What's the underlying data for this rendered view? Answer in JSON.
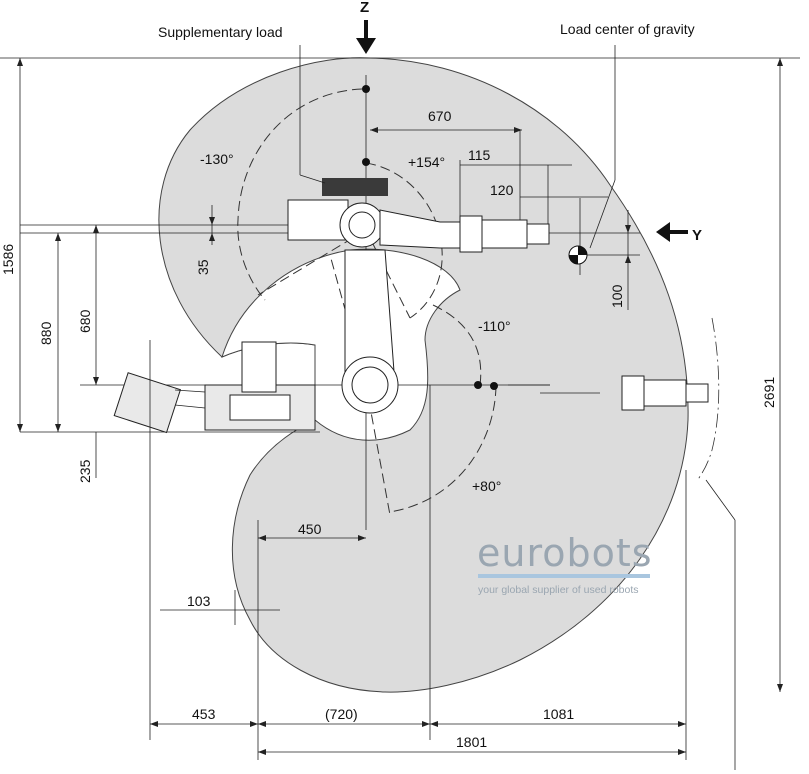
{
  "labels": {
    "supplementary_load": "Supplementary load",
    "load_center_of_gravity": "Load center of gravity",
    "axis_z": "Z",
    "axis_y": "Y"
  },
  "dimensions": {
    "d670": "670",
    "d115": "115",
    "d120": "120",
    "d35": "35",
    "d100": "100",
    "d1586": "1586",
    "d880": "880",
    "d680": "680",
    "d235": "235",
    "d2691": "2691",
    "d450": "450",
    "d103": "103",
    "d453": "453",
    "d720": "(720)",
    "d1081": "1081",
    "d1801": "1801"
  },
  "angles": {
    "a_m130": "-130°",
    "a_p154": "+154°",
    "a_m110": "-110°",
    "a_p80": "+80°"
  },
  "watermark": {
    "brand": "eurobots",
    "tagline": "your global supplier of used robots",
    "accent_color": "#a9c6df"
  },
  "colors": {
    "work_envelope": "#dcdcdc",
    "line": "#222222",
    "load_block": "#3a3a3a"
  }
}
